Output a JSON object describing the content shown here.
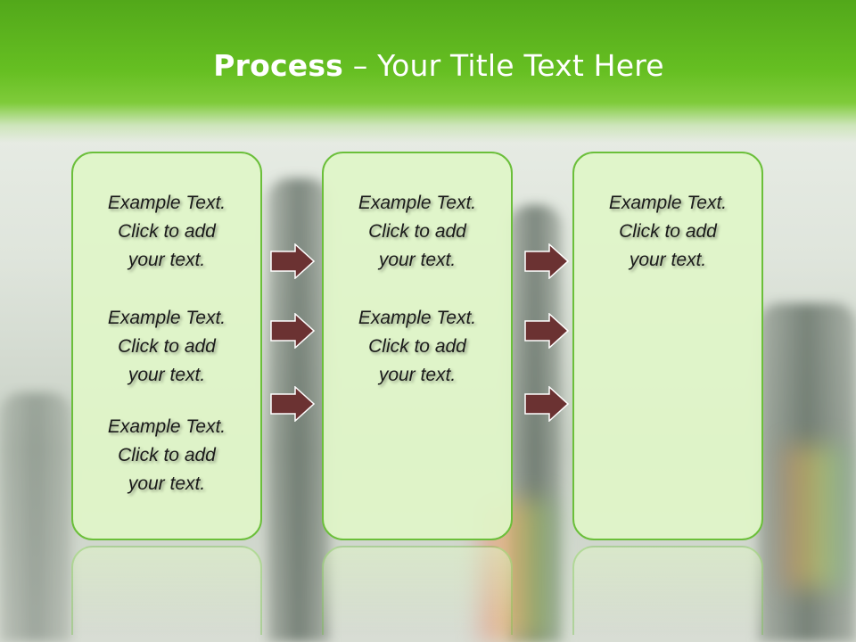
{
  "slide": {
    "title_bold": "Process",
    "title_rest": " – Your Title Text Here"
  },
  "columns": [
    {
      "blocks": [
        [
          "Example Text.",
          "Click  to add",
          "your text."
        ],
        [
          "Example Text.",
          "Click  to add",
          "your text."
        ],
        [
          "Example Text.",
          "Click  to add",
          "your text."
        ]
      ]
    },
    {
      "blocks": [
        [
          "Example Text.",
          "Click  to add",
          "your text."
        ],
        [
          "Example Text.",
          "Click  to add",
          "your text."
        ]
      ]
    },
    {
      "blocks": [
        [
          "Example Text.",
          "Click  to add",
          "your text."
        ]
      ]
    }
  ],
  "colors": {
    "header_green": "#66bf22",
    "box_border": "#6bbf3a",
    "box_fill": "#e0f5c8",
    "arrow_fill": "#6b3232"
  },
  "icons": [
    "arrow-right-icon"
  ]
}
